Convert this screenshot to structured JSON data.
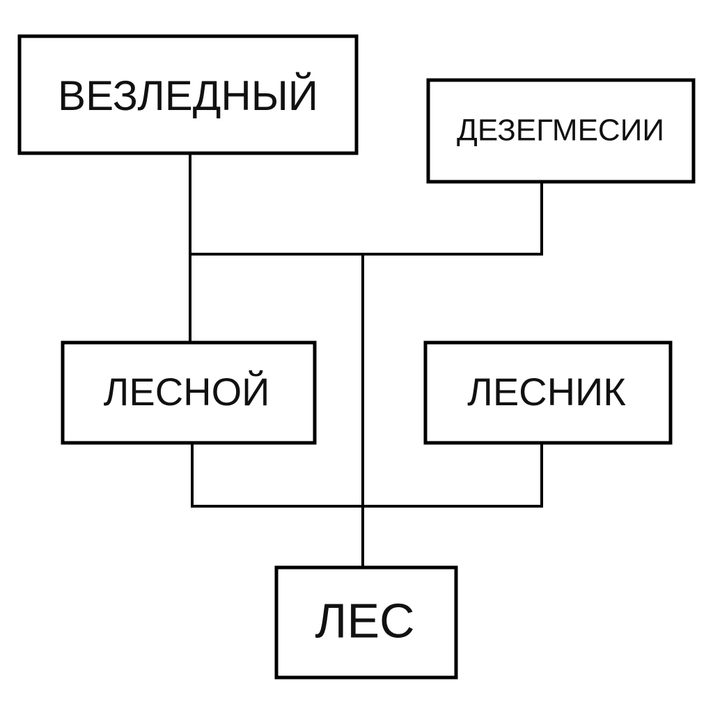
{
  "nodes": {
    "vezlednyi": {
      "label": "ВЕЗЛЕДНЫЙ"
    },
    "dezegmesii": {
      "label": "ДЕЗЕГМЕСИИ"
    },
    "lesnoi": {
      "label": "ЛЕСНОЙ"
    },
    "lesnik": {
      "label": "ЛЕСНИК"
    },
    "les": {
      "label": "ЛЕС"
    }
  },
  "edges": [
    {
      "from": "vezlednyi",
      "to": "les"
    },
    {
      "from": "dezegmesii",
      "to": "les"
    },
    {
      "from": "lesnoi",
      "to": "les"
    },
    {
      "from": "lesnik",
      "to": "les"
    }
  ],
  "colors": {
    "stroke": "#000000",
    "text": "#111111",
    "background": "#ffffff"
  }
}
